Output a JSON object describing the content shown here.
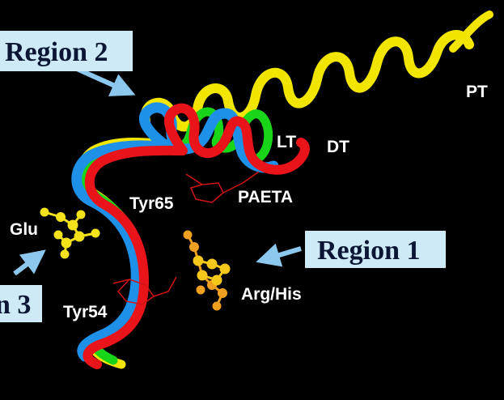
{
  "labels": {
    "region2": "Region 2",
    "region1": "Region 1",
    "region3": "n 3",
    "pt": "PT",
    "lt": "LT",
    "dt": "DT",
    "tyr65": "Tyr65",
    "paeta": "PAETA",
    "glu": "Glu",
    "arg_his": "Arg/His",
    "tyr54": "Tyr54"
  },
  "colors": {
    "background": "#000000",
    "pt_ribbon": "#f2e600",
    "lt_ribbon": "#19d51a",
    "dt_ribbon": "#e8141a",
    "paeta_ribbon": "#1e90e8",
    "region_box": "#cfeaf7",
    "arrow": "#8cc8ee",
    "residue_yellow": "#f4e21a",
    "residue_orange": "#f0a020",
    "sidechain_red": "#d01414"
  }
}
